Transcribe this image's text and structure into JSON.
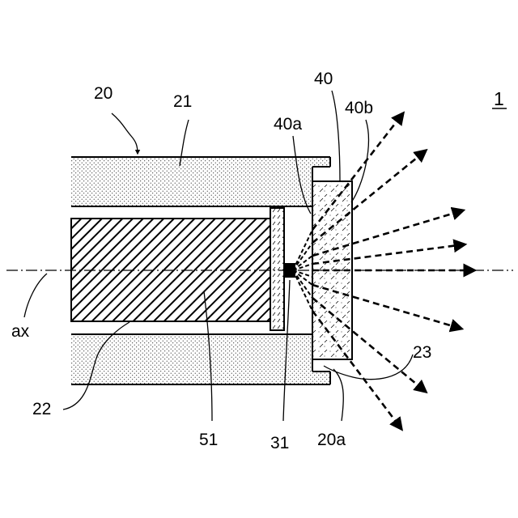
{
  "labels": {
    "fig": "1",
    "housing": "20",
    "housing_wall": "21",
    "inner_surface": "22",
    "step": "23",
    "front_end": "20a",
    "lens": "40",
    "lens_in": "40a",
    "lens_out": "40b",
    "rod": "51",
    "emitter": "31",
    "axis": "ax"
  },
  "colors": {
    "ink": "#000000",
    "paper": "#ffffff"
  }
}
